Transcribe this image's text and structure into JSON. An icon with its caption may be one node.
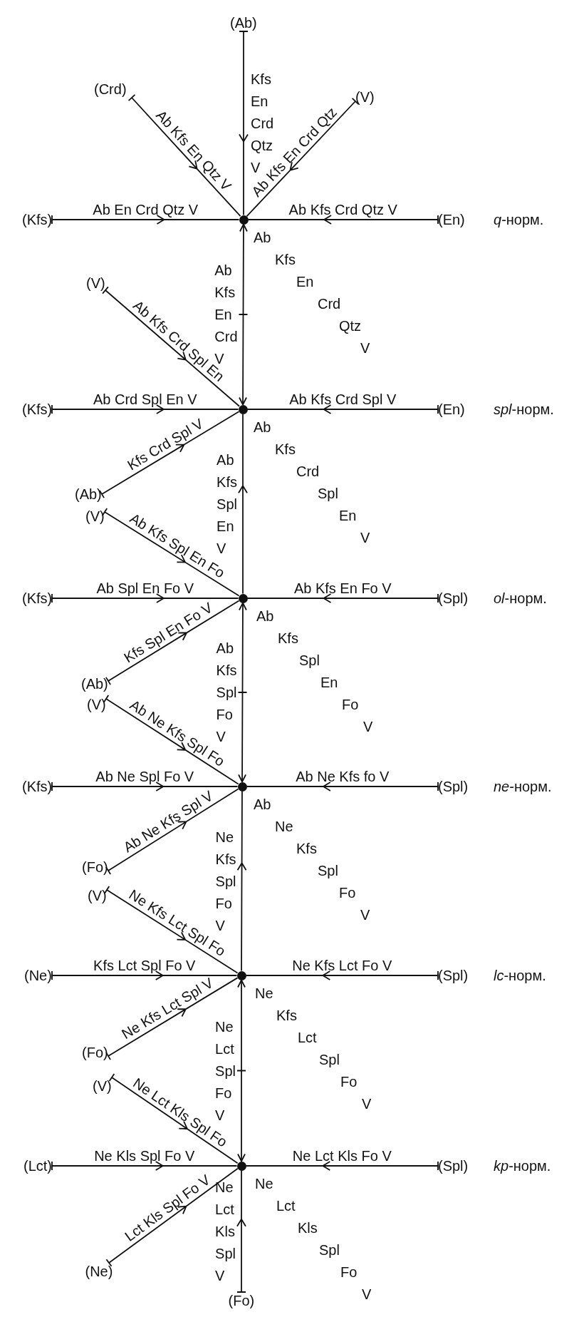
{
  "diagram": {
    "nodes": [
      {
        "text": [
          "(Ab)"
        ]
      },
      {
        "text": [
          "(Crd)"
        ]
      },
      {
        "text": [
          "(V)"
        ]
      },
      {
        "text": [
          "(Kfs)"
        ]
      },
      {
        "text": [],
        "shape": "circle"
      },
      {
        "text": [
          "(En)"
        ]
      },
      {
        "text": [
          "(V)"
        ]
      },
      {
        "text": [
          "(Kfs)"
        ]
      },
      {
        "text": [],
        "shape": "circle"
      },
      {
        "text": [
          "(En)"
        ]
      },
      {
        "text": [
          "(Ab)"
        ]
      },
      {
        "text": [
          "(V)"
        ]
      },
      {
        "text": [
          "(Kfs)"
        ]
      },
      {
        "text": [],
        "shape": "circle"
      },
      {
        "text": [
          "(Spl)"
        ]
      },
      {
        "text": [
          "(Ab)"
        ]
      },
      {
        "text": [
          "(V)"
        ]
      },
      {
        "text": [
          "(Kfs)"
        ]
      },
      {
        "text": [],
        "shape": "circle"
      },
      {
        "text": [
          "(Spl)"
        ]
      },
      {
        "text": [
          "(Fo)"
        ]
      },
      {
        "text": [
          "(V)"
        ]
      },
      {
        "text": [
          "(Ne)"
        ]
      },
      {
        "text": [],
        "shape": "circle"
      },
      {
        "text": [
          "(Spl)"
        ]
      },
      {
        "text": [
          "(Fo)"
        ]
      },
      {
        "text": [
          "(V)"
        ]
      },
      {
        "text": [
          "(Lct)"
        ]
      },
      {
        "text": [],
        "shape": "circle"
      },
      {
        "text": [
          "(Spl)"
        ]
      },
      {
        "text": [
          "(Ne)"
        ]
      },
      {
        "text": [
          "(Fo)"
        ]
      }
    ],
    "edges": [
      {
        "from": 0,
        "to": 4,
        "arrow": "to",
        "label": "Kfs En Crd Qtz V"
      },
      {
        "from": 1,
        "to": 4,
        "arrow": "to",
        "label": "Ab Kfs En Qtz V"
      },
      {
        "from": 2,
        "to": 4,
        "arrow": "to",
        "label": "Ab Kfs En Crd Qtz"
      },
      {
        "from": 3,
        "to": 4,
        "arrow": "to",
        "label": "Ab En Crd Qtz V"
      },
      {
        "from": 5,
        "to": 4,
        "arrow": "to",
        "label": "Ab Kfs Crd Qtz V"
      },
      {
        "from": 4,
        "to": 8,
        "arrow": "both",
        "label": "Ab Kfs En Crd V"
      },
      {
        "from": 6,
        "to": 8,
        "arrow": "to",
        "label": "Ab Kfs Crd Spl En"
      },
      {
        "from": 7,
        "to": 8,
        "arrow": "to",
        "label": "Ab Crd Spl En V"
      },
      {
        "from": 9,
        "to": 8,
        "arrow": "to",
        "label": "Ab Kfs Crd Spl V"
      },
      {
        "from": 13,
        "to": 8,
        "arrow": "to",
        "label": "Ab Kfs Spl En V"
      },
      {
        "from": 10,
        "to": 8,
        "arrow": "to",
        "label": "Kfs Crd Spl V"
      },
      {
        "from": 11,
        "to": 13,
        "arrow": "to",
        "label": "Ab Kfs Spl En Fo"
      },
      {
        "from": 12,
        "to": 13,
        "arrow": "to",
        "label": "Ab Spl En Fo V"
      },
      {
        "from": 14,
        "to": 13,
        "arrow": "to",
        "label": "Ab Kfs En Fo V"
      },
      {
        "from": 13,
        "to": 18,
        "arrow": "both",
        "label": "Ab Kfs Spl Fo V"
      },
      {
        "from": 15,
        "to": 13,
        "arrow": "to",
        "label": "Kfs Spl En Fo V"
      },
      {
        "from": 16,
        "to": 18,
        "arrow": "to",
        "label": "Ab Ne Kfs Spl Fo"
      },
      {
        "from": 17,
        "to": 18,
        "arrow": "to",
        "label": "Ab Ne Spl Fo V"
      },
      {
        "from": 19,
        "to": 18,
        "arrow": "to",
        "label": "Ab Ne Kfs fo V"
      },
      {
        "from": 23,
        "to": 18,
        "arrow": "to",
        "label": "Ne Kfs Spl Fo V"
      },
      {
        "from": 20,
        "to": 18,
        "arrow": "to",
        "label": "Ab Ne Kfs Spl V"
      },
      {
        "from": 21,
        "to": 23,
        "arrow": "to",
        "label": "Ne Kfs Lct Spl Fo"
      },
      {
        "from": 22,
        "to": 23,
        "arrow": "to",
        "label": "Kfs Lct Spl Fo V"
      },
      {
        "from": 24,
        "to": 23,
        "arrow": "to",
        "label": "Ne Kfs Lct Fo V"
      },
      {
        "from": 23,
        "to": 28,
        "arrow": "both",
        "label": "Ne Lct Spl Fo V"
      },
      {
        "from": 25,
        "to": 23,
        "arrow": "to",
        "label": "Ne Kfs Lct Spl V"
      },
      {
        "from": 26,
        "to": 28,
        "arrow": "to",
        "label": "Ne Lct Kls Spl Fo"
      },
      {
        "from": 27,
        "to": 28,
        "arrow": "to",
        "label": "Ne Kls Spl Fo V"
      },
      {
        "from": 29,
        "to": 28,
        "arrow": "to",
        "label": "Ne Lct Kls Fo V"
      },
      {
        "from": 31,
        "to": 28,
        "arrow": "to",
        "label": "Ne Lct Kls Spl V"
      },
      {
        "from": 30,
        "to": 28,
        "arrow": "to",
        "label": "Lct Kls Spl Fo V"
      }
    ],
    "labels": [
      "*q*-норм.",
      "Ab Kfs En Crd Qtz V",
      "*spl*-норм.",
      "Ab Kfs Crd Spl En V",
      "*ol*-норм.",
      "Ab Kfs Spl En Fo V",
      "*ne*-норм.",
      "Ab Ne Kfs Spl Fo V",
      "*lc*-норм.",
      "Ne Kfs Lct Spl Fo V",
      "*kp*-норм.",
      "Ne Lct Kls Spl Fo V"
    ]
  }
}
